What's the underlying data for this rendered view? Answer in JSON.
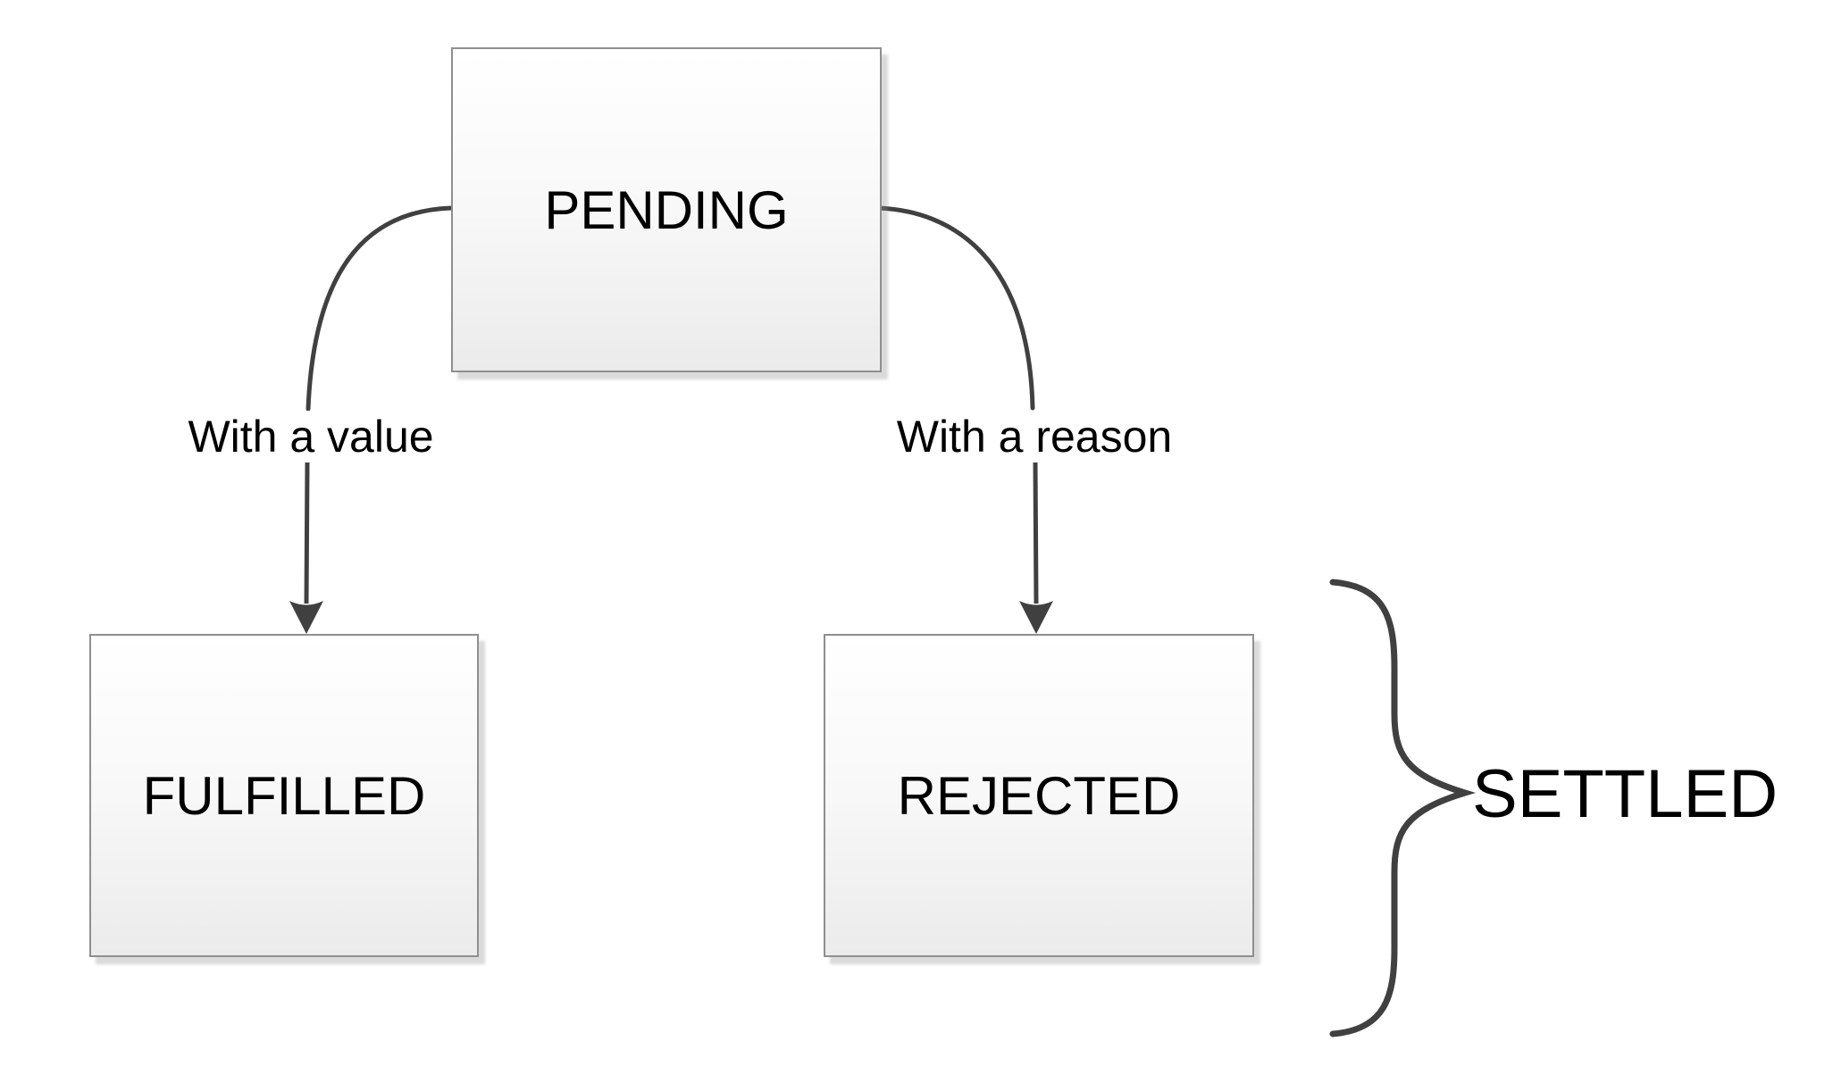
{
  "diagram": {
    "nodes": [
      {
        "id": "pending",
        "label": "PENDING"
      },
      {
        "id": "fulfilled",
        "label": "FULFILLED"
      },
      {
        "id": "rejected",
        "label": "REJECTED"
      }
    ],
    "edges": [
      {
        "from": "pending",
        "to": "fulfilled",
        "label": "With a value"
      },
      {
        "from": "pending",
        "to": "rejected",
        "label": "With a reason"
      }
    ],
    "group": {
      "label": "SETTLED",
      "shape": "right-curly-brace"
    },
    "colors": {
      "connector": "#404040",
      "text": "#000000",
      "node_border": "#8f8f8f",
      "node_fill_top": "#ffffff",
      "node_fill_bottom": "#ebebeb",
      "background": "#ffffff"
    }
  }
}
